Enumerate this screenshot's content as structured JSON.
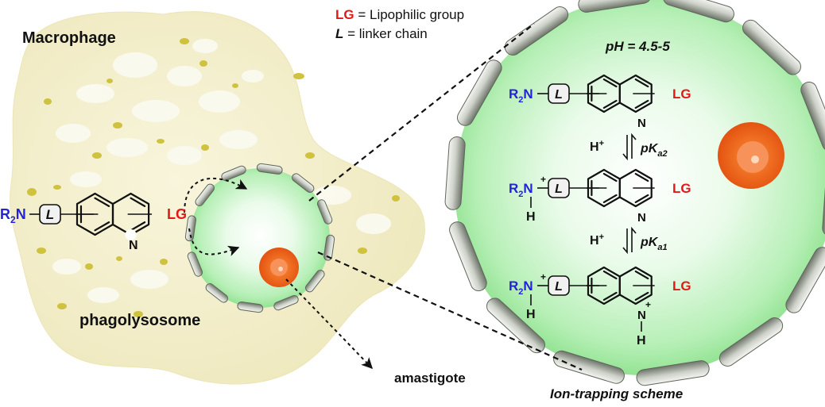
{
  "legend": {
    "lg_key": "LG",
    "lg_text": " = Lipophilic group",
    "l_key": "L",
    "l_text": " = linker chain"
  },
  "labels": {
    "macrophage": "Macrophage",
    "phagolysosome": "phagolysosome",
    "amastigote": "amastigote",
    "scheme_title": "Ion-trapping scheme",
    "ph": "pH = 4.5-5"
  },
  "chem": {
    "r2n": "R",
    "r2n_sub": "2",
    "n": "N",
    "linker": "L",
    "lg": "LG",
    "ring_n": "N",
    "h": "H",
    "plus": "+",
    "hplus": "H",
    "hplus_sup": "+",
    "pka": "pK",
    "pka_sub_a": "a",
    "pka2_num": "2",
    "pka1_num": "1"
  },
  "colors": {
    "macrophage_fill": "#f2eec8",
    "vesicle_fill": "#b8f2b8",
    "amastigote": "#f06a1e",
    "amine": "#2323d8",
    "lipophilic": "#e01919"
  }
}
